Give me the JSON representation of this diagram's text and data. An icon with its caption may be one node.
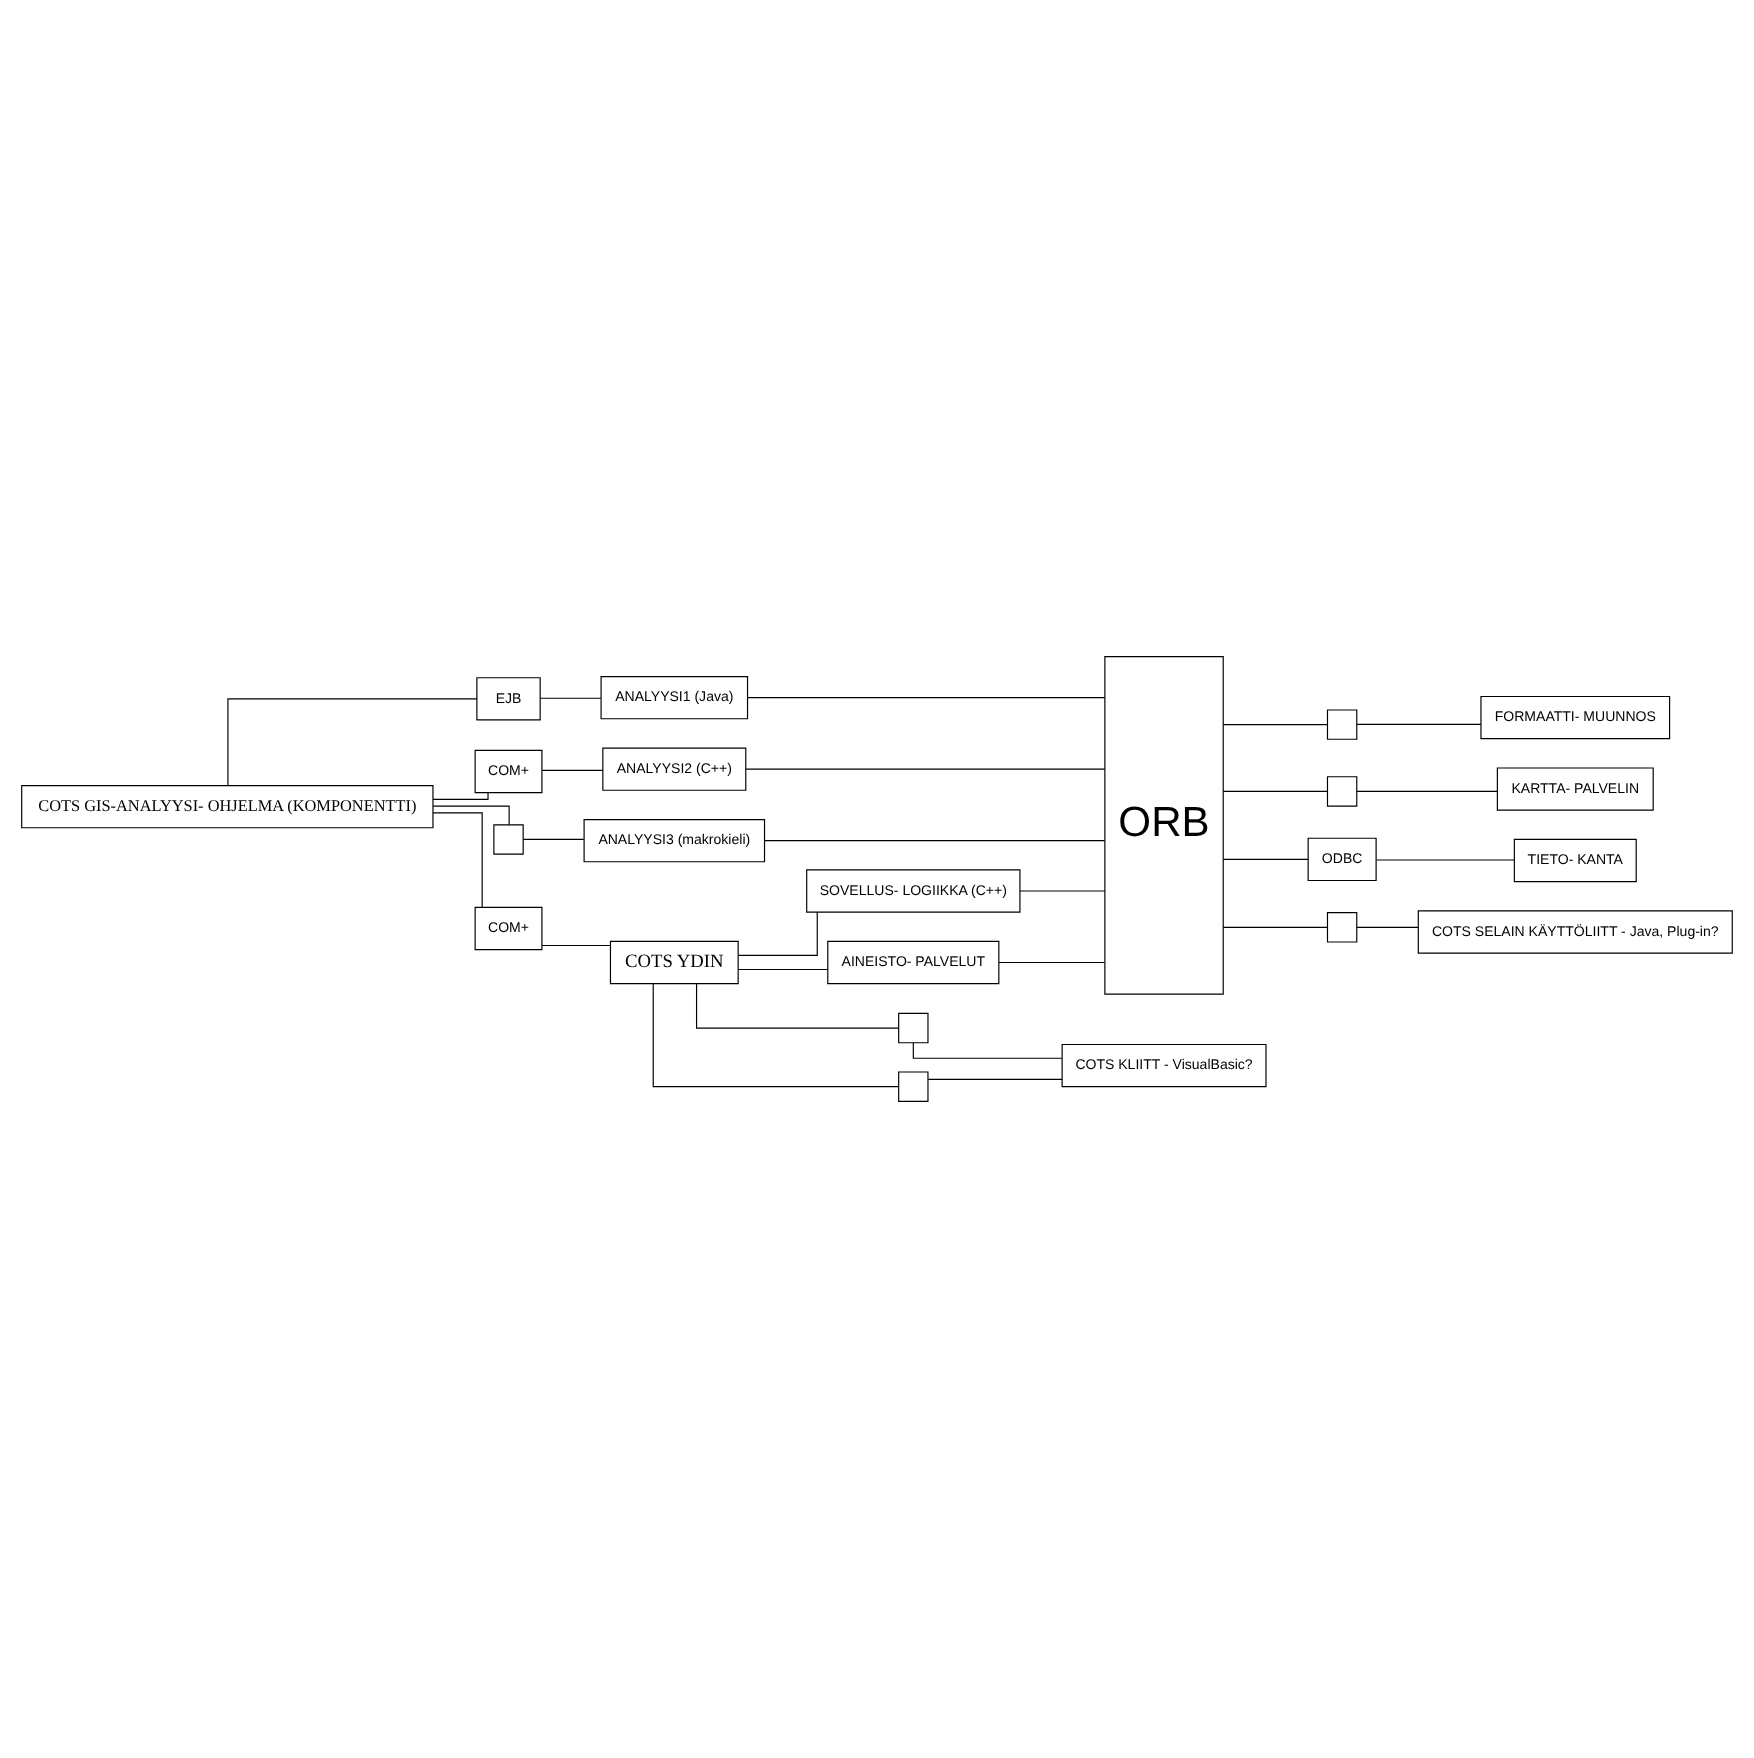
{
  "diagram": {
    "nodes": [
      {
        "text": [
          "COTS GIS-ANALYYSI- OHJELMA (KOMPONENTTI)"
        ]
      },
      {
        "text": [
          "EJB"
        ]
      },
      {
        "text": [
          "ANALYYSI1 (Java)"
        ]
      },
      {
        "text": [
          "COM+"
        ]
      },
      {
        "text": [
          "ANALYYSI2 (C++)"
        ]
      },
      {
        "text": [],
        "shape": "box"
      },
      {
        "text": [
          "ANALYYSI3 (makrokieli)"
        ]
      },
      {
        "text": [
          "ORB"
        ]
      },
      {
        "text": [],
        "shape": "box"
      },
      {
        "text": [
          "FORMAATTI- MUUNNOS"
        ]
      },
      {
        "text": [],
        "shape": "box"
      },
      {
        "text": [
          "KARTTA- PALVELIN"
        ]
      },
      {
        "text": [
          "ODBC"
        ]
      },
      {
        "text": [
          "TIETO- KANTA"
        ]
      },
      {
        "text": [],
        "shape": "box"
      },
      {
        "text": [
          "COTS SELAIN KÄYTTÖLIITT - Java, Plug-in?"
        ]
      },
      {
        "text": [
          "COM+"
        ]
      },
      {
        "text": [
          "COTS YDIN"
        ]
      },
      {
        "text": [
          "SOVELLUS- LOGIIKKA (C++)"
        ]
      },
      {
        "text": [
          "AINEISTO- PALVELUT"
        ]
      },
      {
        "text": [],
        "shape": "box"
      },
      {
        "text": [],
        "shape": "box"
      },
      {
        "text": [
          "COTS KLIITT - VisualBasic?"
        ]
      }
    ],
    "edges": [
      {
        "from": 0,
        "to": 1,
        "arrow": "none"
      },
      {
        "from": 1,
        "to": 2,
        "arrow": "none"
      },
      {
        "from": 0,
        "to": 3,
        "arrow": "none"
      },
      {
        "from": 3,
        "to": 4,
        "arrow": "none"
      },
      {
        "from": 0,
        "to": 5,
        "arrow": "none"
      },
      {
        "from": 5,
        "to": 6,
        "arrow": "none"
      },
      {
        "from": 2,
        "to": 7,
        "arrow": "none"
      },
      {
        "from": 4,
        "to": 7,
        "arrow": "none"
      },
      {
        "from": 6,
        "to": 7,
        "arrow": "none"
      },
      {
        "from": 18,
        "to": 7,
        "arrow": "none"
      },
      {
        "from": 19,
        "to": 7,
        "arrow": "none"
      },
      {
        "from": 7,
        "to": 8,
        "arrow": "none"
      },
      {
        "from": 8,
        "to": 9,
        "arrow": "none"
      },
      {
        "from": 7,
        "to": 10,
        "arrow": "none"
      },
      {
        "from": 10,
        "to": 11,
        "arrow": "none"
      },
      {
        "from": 7,
        "to": 12,
        "arrow": "none"
      },
      {
        "from": 12,
        "to": 13,
        "arrow": "none"
      },
      {
        "from": 7,
        "to": 14,
        "arrow": "none"
      },
      {
        "from": 14,
        "to": 15,
        "arrow": "none"
      },
      {
        "from": 0,
        "to": 16,
        "arrow": "none"
      },
      {
        "from": 16,
        "to": 17,
        "arrow": "none"
      },
      {
        "from": 17,
        "to": 18,
        "arrow": "none"
      },
      {
        "from": 17,
        "to": 19,
        "arrow": "none"
      },
      {
        "from": 17,
        "to": 20,
        "arrow": "none"
      },
      {
        "from": 20,
        "to": 22,
        "arrow": "none"
      },
      {
        "from": 17,
        "to": 21,
        "arrow": "none"
      },
      {
        "from": 21,
        "to": 22,
        "arrow": "none"
      }
    ]
  }
}
